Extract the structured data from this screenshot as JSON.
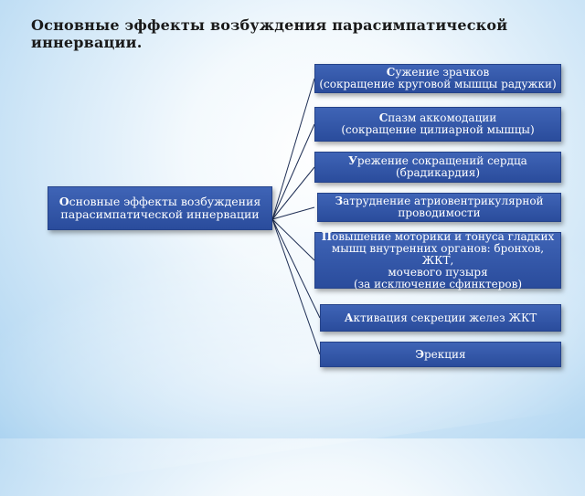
{
  "title": "Основные эффекты возбуждения парасимпатической иннервации.",
  "root": {
    "label": "Основные эффекты возбуждения\nпарасимпатической иннервации"
  },
  "effects": [
    {
      "label": "Сужение зрачков\n(сокращение круговой мышцы радужки)"
    },
    {
      "label": "Спазм аккомодации\n(сокращение цилиарной мышцы)"
    },
    {
      "label": "Урежение сокращений сердца\n(брадикардия)"
    },
    {
      "label": "Затруднение атриовентрикулярной\nпроводимости"
    },
    {
      "label": "Повышение моторики и тонуса гладких\nмышц внутренних органов: бронхов, ЖКТ,\nмочевого пузыря\n(за исключение сфинктеров)"
    },
    {
      "label": "Активация секреции желез ЖКТ"
    },
    {
      "label": "Эрекция"
    }
  ]
}
